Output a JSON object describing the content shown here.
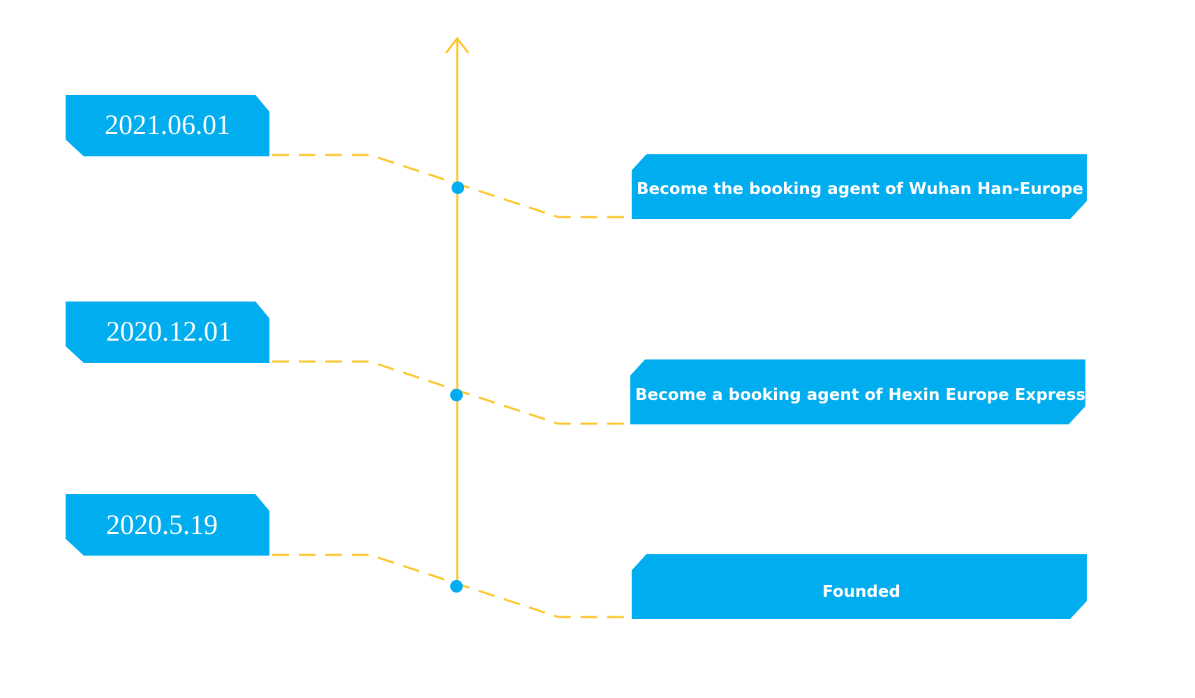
{
  "colors": {
    "box": "#00adef",
    "line": "#fbc72e",
    "dot": "#00adef",
    "text": "#ffffff",
    "background": "#ffffff"
  },
  "milestones": [
    {
      "date": "2021.06.01",
      "event": "Become the booking agent of Wuhan Han-Europe Express"
    },
    {
      "date": "2020.12.01",
      "event": "Become a booking agent of Hexin Europe Express"
    },
    {
      "date": "2020.5.19",
      "event": "Founded"
    }
  ]
}
